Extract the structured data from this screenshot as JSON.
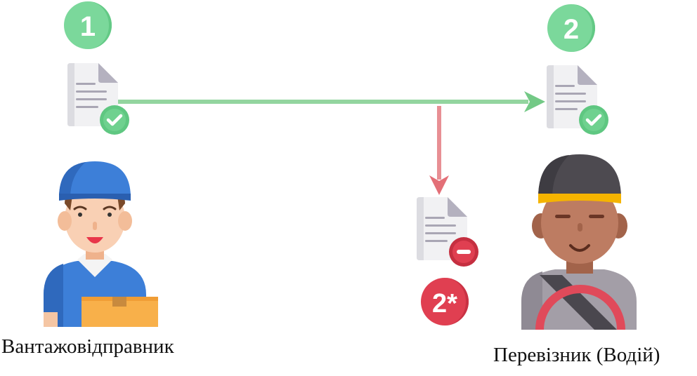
{
  "steps": {
    "first": "1",
    "second": "2",
    "alternative": "2*"
  },
  "actors": {
    "shipper": {
      "label": "Вантажовідправник",
      "icon": "worker-with-box-icon"
    },
    "carrier": {
      "label": "Перевізник (Водій)",
      "icon": "driver-with-steering-wheel-icon"
    }
  },
  "documents": {
    "start": {
      "status": "approved",
      "icon": "document-approved-icon"
    },
    "end": {
      "status": "approved",
      "icon": "document-approved-icon"
    },
    "branch": {
      "status": "rejected",
      "icon": "document-rejected-icon"
    }
  },
  "colors": {
    "badge_green": "#7bd89b",
    "badge_red": "#e03f51",
    "arrow_green": "#93d59f",
    "arrow_red": "#e88f94"
  }
}
